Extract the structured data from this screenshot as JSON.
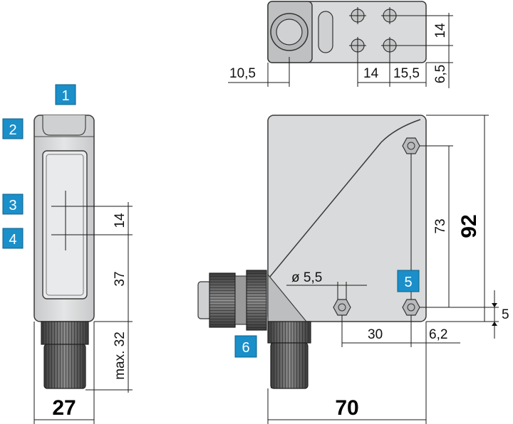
{
  "dimensions": {
    "d_10_5": "10,5",
    "d_14_top_h": "14",
    "d_15_5": "15,5",
    "d_14_top_v": "14",
    "d_6_5": "6,5",
    "d_14_side": "14",
    "d_37": "37",
    "d_max32": "max. 32",
    "d_27": "27",
    "d_73": "73",
    "d_92": "92",
    "d_5": "5",
    "d_dia": "ø 5,5",
    "d_30": "30",
    "d_6_2": "6,2",
    "d_70": "70"
  },
  "badges": [
    "1",
    "2",
    "3",
    "4",
    "5",
    "6"
  ],
  "colors": {
    "badge": "#1a8fc9",
    "housing": "#d9dadb",
    "connector": "#555555"
  }
}
